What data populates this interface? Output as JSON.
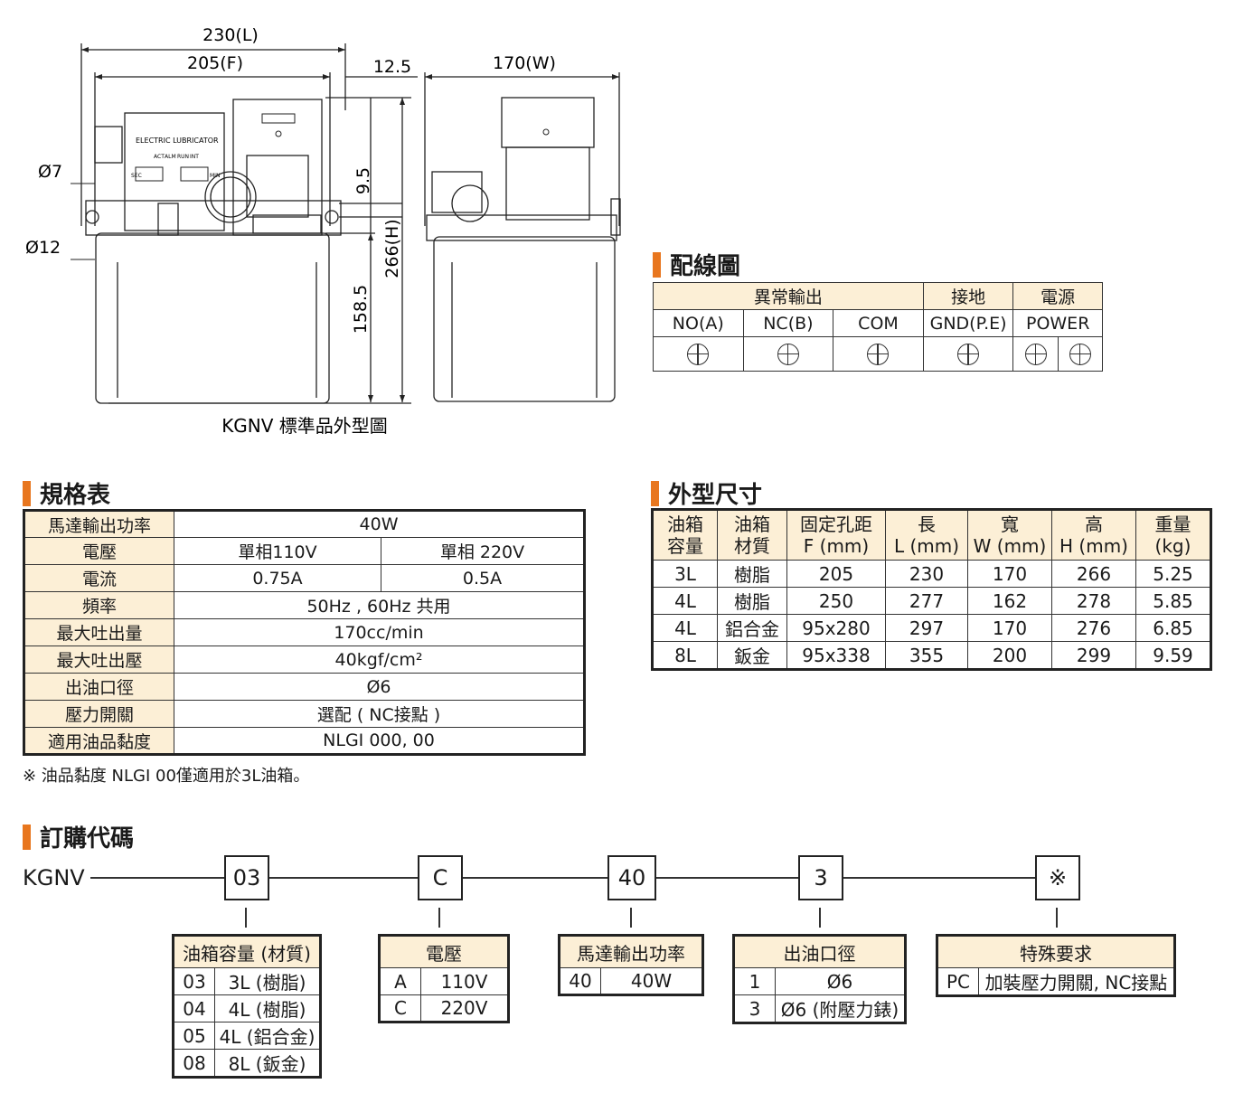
{
  "drawing": {
    "dim_L": "230(L)",
    "dim_F": "205(F)",
    "dim_gap": "12.5",
    "dim_W": "170(W)",
    "dim_hole": "Ø7",
    "dim_port": "Ø12",
    "dim_95": "9.5",
    "dim_1585": "158.5",
    "dim_H": "266(H)",
    "panel_text": "ELECTRIC LUBRICATOR",
    "panel_labels": [
      "ACT",
      "ALM",
      "RUN",
      "INT"
    ],
    "panel_sec": "SEC",
    "panel_min": "MIN",
    "caption": "KGNV 標準品外型圖"
  },
  "wiring": {
    "title": "配線圖",
    "groups": [
      "異常輸出",
      "接地",
      "電源"
    ],
    "columns": [
      "NO(A)",
      "NC(B)",
      "COM",
      "GND(P.E)",
      "POWER"
    ]
  },
  "specs": {
    "title": "規格表",
    "rows": [
      {
        "label": "馬達輸出功率",
        "value": "40W"
      },
      {
        "label": "電壓",
        "value_a": "單相110V",
        "value_b": "單相 220V"
      },
      {
        "label": "電流",
        "value_a": "0.75A",
        "value_b": "0.5A"
      },
      {
        "label": "頻率",
        "value": "50Hz , 60Hz 共用"
      },
      {
        "label": "最大吐出量",
        "value": "170cc/min"
      },
      {
        "label": "最大吐出壓",
        "value": "40kgf/cm²"
      },
      {
        "label": "出油口徑",
        "value": "Ø6"
      },
      {
        "label": "壓力開關",
        "value": "選配 ( NC接點 )"
      },
      {
        "label": "適用油品黏度",
        "value": "NLGI 000, 00"
      }
    ],
    "note": "※ 油品黏度 NLGI 00僅適用於3L油箱。"
  },
  "dimensions": {
    "title": "外型尺寸",
    "headers": [
      [
        "油箱",
        "容量"
      ],
      [
        "油箱",
        "材質"
      ],
      [
        "固定孔距",
        "F (mm)"
      ],
      [
        "長",
        "L (mm)"
      ],
      [
        "寬",
        "W (mm)"
      ],
      [
        "高",
        "H (mm)"
      ],
      [
        "重量",
        "(kg)"
      ]
    ],
    "rows": [
      [
        "3L",
        "樹脂",
        "205",
        "230",
        "170",
        "266",
        "5.25"
      ],
      [
        "4L",
        "樹脂",
        "250",
        "277",
        "162",
        "278",
        "5.85"
      ],
      [
        "4L",
        "鋁合金",
        "95x280",
        "297",
        "170",
        "276",
        "6.85"
      ],
      [
        "8L",
        "鈑金",
        "95x338",
        "355",
        "200",
        "299",
        "9.59"
      ]
    ]
  },
  "order": {
    "title": "訂購代碼",
    "prefix": "KGNV",
    "codes": [
      "03",
      "C",
      "40",
      "3",
      "※"
    ],
    "tables": [
      {
        "header": "油箱容量 (材質)",
        "rows": [
          [
            "03",
            "3L (樹脂)"
          ],
          [
            "04",
            "4L (樹脂)"
          ],
          [
            "05",
            "4L (鋁合金)"
          ],
          [
            "08",
            "8L (鈑金)"
          ]
        ]
      },
      {
        "header": "電壓",
        "rows": [
          [
            "A",
            "110V"
          ],
          [
            "C",
            "220V"
          ]
        ]
      },
      {
        "header": "馬達輸出功率",
        "rows": [
          [
            "40",
            "40W"
          ]
        ]
      },
      {
        "header": "出油口徑",
        "rows": [
          [
            "1",
            "Ø6"
          ],
          [
            "3",
            "Ø6 (附壓力錶)"
          ]
        ]
      },
      {
        "header": "特殊要求",
        "rows": [
          [
            "PC",
            "加裝壓力開關, NC接點"
          ]
        ]
      }
    ]
  }
}
